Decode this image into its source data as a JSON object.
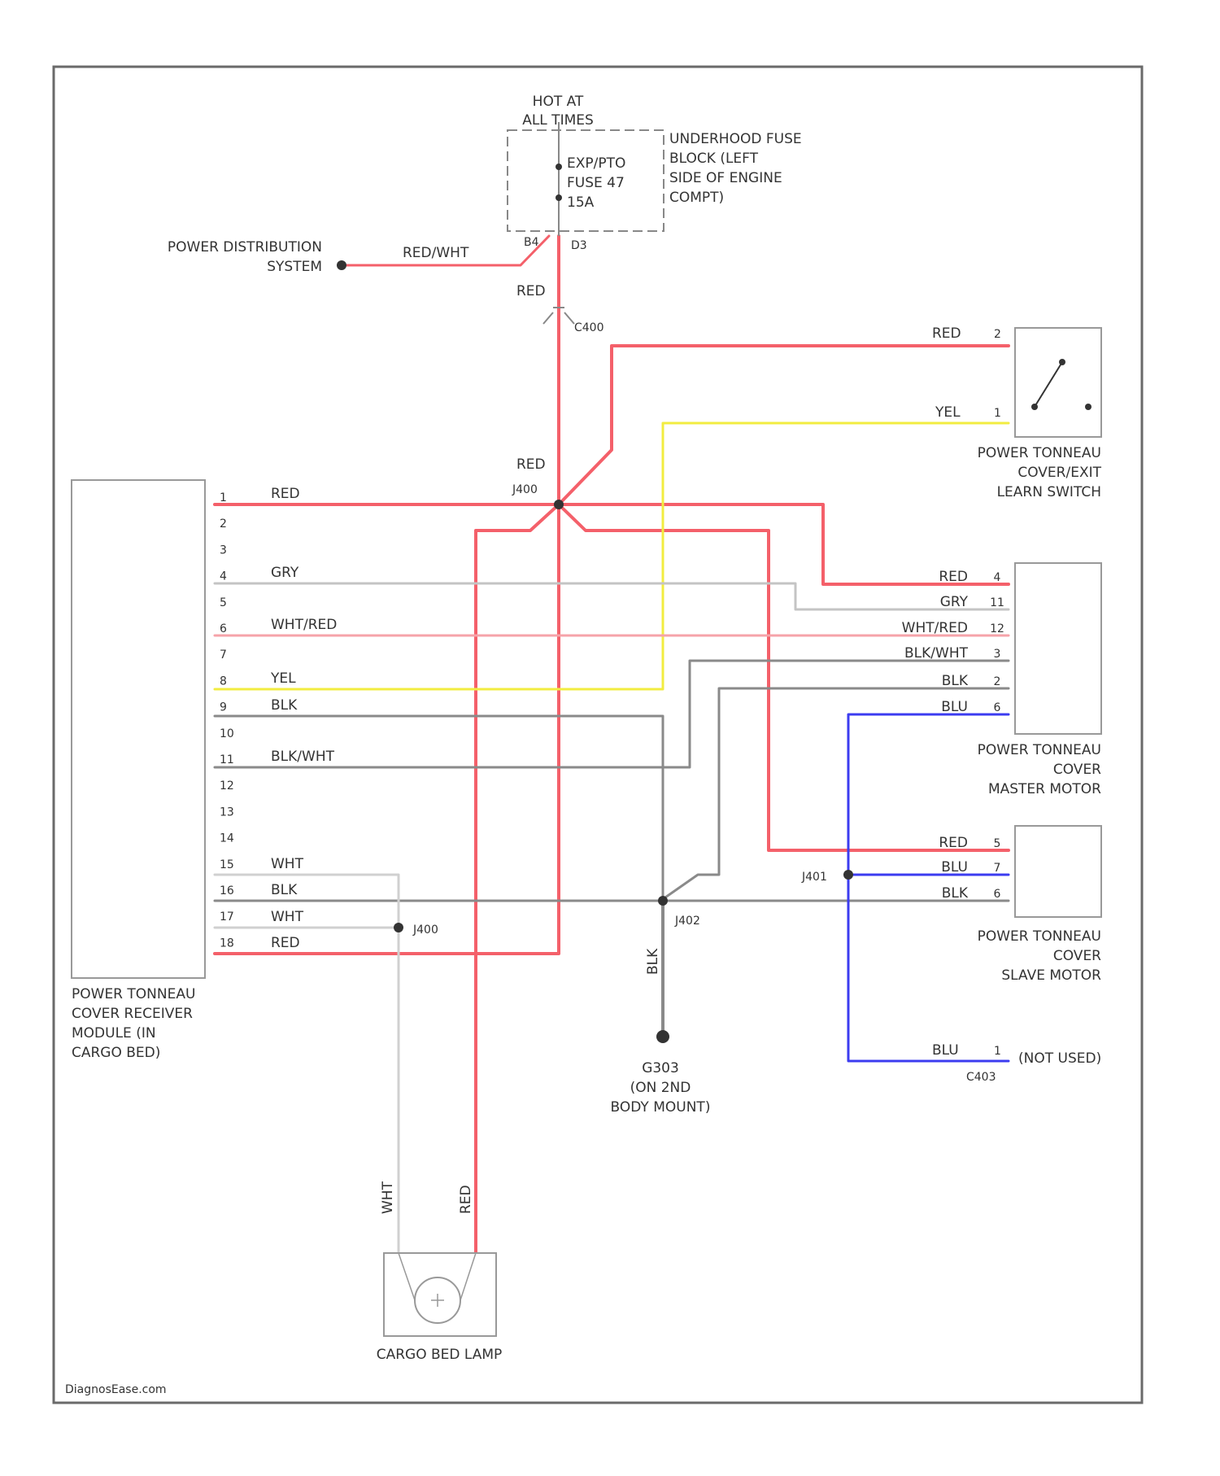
{
  "colors": {
    "red": "#f4606a",
    "yellow": "#f2ec40",
    "gray": "#8a8a8a",
    "light_gray": "#c4c4c4",
    "pink": "#f6a3a9",
    "blue": "#3c3cf0",
    "frame": "#6a6a6a"
  },
  "fuse": {
    "hot_line1": "HOT AT",
    "hot_line2": "ALL TIMES",
    "name_line1": "EXP/PTO",
    "name_line2": "FUSE 47",
    "name_line3": "15A",
    "block_line1": "UNDERHOOD FUSE",
    "block_line2": "BLOCK (LEFT",
    "block_line3": "SIDE OF ENGINE",
    "block_line4": "COMPT)",
    "pin_left": "B4",
    "pin_right": "D3"
  },
  "power_dist": {
    "line1": "POWER DISTRIBUTION",
    "line2": "SYSTEM",
    "wire": "RED/WHT"
  },
  "splices": {
    "upper_wire": "RED",
    "c400": "C400",
    "j400_wire": "RED",
    "j400": "J400",
    "j400b": "J400",
    "j402": "J402",
    "j401": "J401",
    "g_wire": "BLK"
  },
  "receiver": {
    "line1": "POWER TONNEAU",
    "line2": "COVER RECEIVER",
    "line3": "MODULE (IN",
    "line4": "CARGO BED)",
    "pins": [
      "1",
      "2",
      "3",
      "4",
      "5",
      "6",
      "7",
      "8",
      "9",
      "10",
      "11",
      "12",
      "13",
      "14",
      "15",
      "16",
      "17",
      "18"
    ],
    "wires": {
      "p1": "RED",
      "p4": "GRY",
      "p6": "WHT/RED",
      "p8": "YEL",
      "p9": "BLK",
      "p11": "BLK/WHT",
      "p15": "WHT",
      "p16": "BLK",
      "p17": "WHT",
      "p18": "RED"
    }
  },
  "learn_switch": {
    "line1": "POWER TONNEAU",
    "line2": "COVER/EXIT",
    "line3": "LEARN SWITCH",
    "pin_a": "2",
    "pin_b": "1",
    "wire_a": "RED",
    "wire_b": "YEL"
  },
  "master_motor": {
    "line1": "POWER TONNEAU",
    "line2": "COVER",
    "line3": "MASTER MOTOR",
    "pins": [
      "4",
      "11",
      "12",
      "3",
      "2",
      "6"
    ],
    "wires": [
      "RED",
      "GRY",
      "WHT/RED",
      "BLK/WHT",
      "BLK",
      "BLU"
    ]
  },
  "slave_motor": {
    "line1": "POWER TONNEAU",
    "line2": "COVER",
    "line3": "SLAVE MOTOR",
    "pins": [
      "5",
      "7",
      "6"
    ],
    "wires": [
      "RED",
      "BLU",
      "BLK"
    ]
  },
  "not_used": {
    "wire": "BLU",
    "pin": "1",
    "conn": "C403",
    "label": "(NOT USED)"
  },
  "ground": {
    "line1": "G303",
    "line2": "(ON 2ND",
    "line3": "BODY MOUNT)"
  },
  "lamp": {
    "label": "CARGO BED LAMP",
    "wire_left": "WHT",
    "wire_right": "RED"
  },
  "watermark": "DiagnosEase.com"
}
